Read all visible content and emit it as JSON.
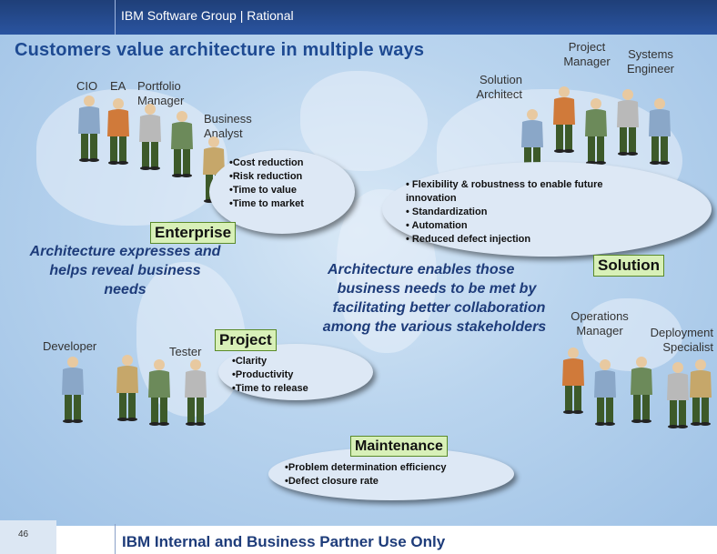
{
  "header": {
    "text": "IBM Software Group | Rational"
  },
  "title": "Customers value architecture in multiple ways",
  "roles": {
    "cio": "CIO",
    "ea": "EA",
    "portfolio_manager": "Portfolio Manager",
    "business_analyst": "Business Analyst",
    "solution_architect": "Solution Architect",
    "project_manager": "Project Manager",
    "systems_engineer": "Systems Engineer",
    "developer": "Developer",
    "tester": "Tester",
    "operations_manager": "Operations Manager",
    "deployment_specialist": "Deployment Specialist"
  },
  "enterprise": {
    "label": "Enterprise",
    "bullets": [
      "•Cost reduction",
      "•Risk reduction",
      "•Time to value",
      "•Time to market"
    ]
  },
  "solution": {
    "label": "Solution",
    "bullets": [
      "•  Flexibility & robustness to enable future innovation",
      "•  Standardization",
      "•  Automation",
      "•  Reduced defect injection"
    ]
  },
  "project": {
    "label": "Project",
    "bullets": [
      "•Clarity",
      "•Productivity",
      "•Time to release"
    ]
  },
  "maintenance": {
    "label": "Maintenance",
    "bullets": [
      "•Problem determination efficiency",
      "•Defect closure rate"
    ]
  },
  "statements": {
    "left": "Architecture expresses and helps reveal business needs",
    "right_line1": "Architecture enables those",
    "right_line2": "business needs to be met by",
    "right_line3": "facilitating better collaboration",
    "right_line4": "among the various stakeholders"
  },
  "footer": {
    "text": "IBM Internal and Business Partner Use Only",
    "page": "46"
  },
  "colors": {
    "header": "#2a54a0",
    "label_box": "#d8f0b8",
    "statement": "#1e3c7a"
  }
}
